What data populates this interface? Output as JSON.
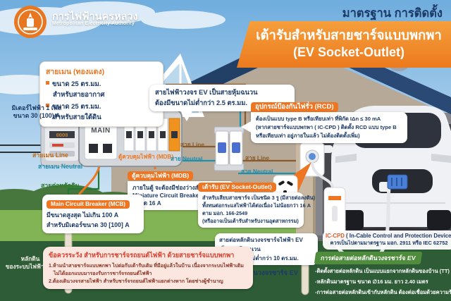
{
  "colors": {
    "accent_orange": "#ee7623",
    "navy": "#1d3a66",
    "warning_red": "#d8402f",
    "grass_dark_green": "#2d5c36",
    "banner_green": "#4f8d3d",
    "line_wire_brown": "#8a5a2a",
    "neutral_wire_teal": "#1f8fae",
    "ground_wire_green": "#1e7a33"
  },
  "header": {
    "org_name_th": "การไฟฟ้านครหลวง",
    "org_name_en": "Metropolitan Electricity Authority",
    "subtitle": "มาตรฐาน การติดตั้ง",
    "title_line1": "เต้ารับสำหรับสายชาร์จแบบพกพา",
    "title_line2": "(EV Socket-Outlet)"
  },
  "labels": {
    "meter_line1": "มิเตอร์ไฟฟ้า 1 เฟส",
    "meter_line2": "ขนาด 30 (100) A",
    "main_line": "สายเมน Line",
    "main_neutral": "สายเมน Neutral",
    "ground_conductor": "สายต่อหลักดิน",
    "main_breaker": "MAIN",
    "mdb_panel": "ตู้ควบคุมไฟฟ้า (MDB)",
    "line_1": "สาย Line",
    "neutral_1": "สาย Neutral",
    "line_2": "สาย Line",
    "neutral_2": "สาย Neutral",
    "house_ground_line1": "หลักดิน",
    "house_ground_line2": "ของระบบไฟฟ้าบ้าน",
    "ev_ground": "หลักดินวงจรชาร์จ EV"
  },
  "main_wire_box": {
    "title": "สายเมน (ทองแดง)",
    "item1_line1": "ขนาด 25 ตร.มม.",
    "item1_line2": "สำหรับสายอากาศ",
    "item2_line1": "ขนาด 25 ตร.มม.",
    "item2_line2": "สำหรับสายใต้ดิน"
  },
  "ev_circuit_note": {
    "line1": "สายไฟฟ้าวงจร EV เป็นสายหุ้มฉนวน",
    "line2": "ต้องมีขนาดไม่ต่ำกว่า 2.5 ตร.มม."
  },
  "rcd_box": {
    "title": "อุปกรณ์ป้องกันไฟรั่ว (RCD)",
    "line1": "ต้องเป็นแบบ type B หรือเทียบเท่า ที่พิกัด IΔn ≤ 30 mA",
    "line2": "(หากสายชาร์จแบบพกพา ( IC-CPD ) ติดตั้ง RCD แบบ type B",
    "line3": "หรือเทียบเท่า อยู่ภายในแล้ว ไม่ต้องติดตั้งเพิ่ม)"
  },
  "mcb_box": {
    "title": "Main Circuit Breaker (MCB)",
    "line1": "มีขนาดสูงสุด ไม่เกิน 100 A",
    "line2": "สำหรับมิเตอร์ขนาด 30 [100] A"
  },
  "mdb_box": {
    "title": "ตู้ควบคุมไฟฟ้า (MDB)",
    "line1": "ภายในตู้ จะต้องมีช่องว่างสำหรับติดตั้ง",
    "line2": "Miniature Circuit Breaker, 1P",
    "line3": "ขนาด 16 A"
  },
  "socket_box": {
    "title": "เต้ารับ (EV Socket-Outlet)",
    "line1": "สำหรับเสียบสายชาร์จ เป็นชนิด 3 รู (มีสายต่อลงดิน)",
    "line2": "ทั้งทนต่อกระแสไฟฟ้าได้ต่อเนื่อง ไม่น้อยกว่า 16 A",
    "line3": "ตาม มอก. 166-2549",
    "line4": "(หรืออาจเป็นเต้ารับสำหรับงานอุตสาหกรรม)"
  },
  "ev_ground_wire_box": {
    "line1": "สายต่อหลักดินวงจรชาร์จไฟฟ้า EV",
    "line2": "เป็นสายหุ้มฉนวน",
    "line3": "ต้องมีขนาด ไม่ต่ำกว่า 10 ตร.มม."
  },
  "warning_box": {
    "title": "ข้อควรระวัง สำหรับการชาร์จรถยนต์ไฟฟ้า ด้วยสายชาร์จแบบพกพา",
    "line1": "1.ห้ามนำสายชาร์จแบบพกพา ไปต่อกับเต้ารับเดิม ที่มีอยู่แล้วในบ้าน เนื่องจากระบบไฟฟ้าเดิม",
    "line2": "ไม่ได้ออกแบบมารองรับการชาร์จรถยนต์ไฟฟ้า",
    "line3": "2.ต้องเดินวงจรสายไฟฟ้า สำหรับชาร์จรถยนต์ไฟฟ้าแยกต่างหาก โดยช่างผู้ชำนาญ"
  },
  "iccpd_note": {
    "title": "IC-CPD",
    "title_rest": " ( In-Cable Control and Protection Device )",
    "line2": "ควรเป็นไปตามมาตรฐาน มอก. 2911 หรือ IEC 62752"
  },
  "ev_grounding_box": {
    "title": "การต่อสายต่อหลักดินวงจรชาร์จ EV",
    "line1": "-ติดตั้งสายต่อหลักดิน เป็นแบบแยกจากหลักดินของบ้าน (TT)",
    "line2": "-หลักดินมาตรฐาน ขนาด ∅16 มม. ยาว 2.40 เมตร",
    "line3": "-การต่อสายต่อหลักดินเข้ากับหลักดิน ต้องต่อเชื่อมด้วยความร้อน"
  }
}
